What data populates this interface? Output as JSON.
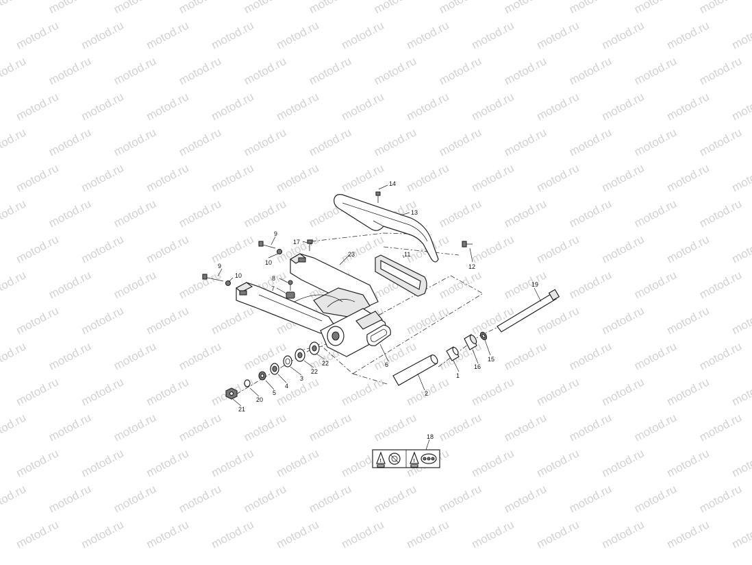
{
  "watermark": {
    "text": "motod.ru"
  },
  "callouts": [
    "1",
    "2",
    "3",
    "4",
    "5",
    "6",
    "7",
    "8",
    "9",
    "9",
    "10",
    "10",
    "11",
    "12",
    "13",
    "14",
    "15",
    "16",
    "17",
    "18",
    "19",
    "20",
    "21",
    "22",
    "22",
    "23"
  ],
  "warning_icons": [
    "warning-triangle-icon-1",
    "warning-triangle-icon-2"
  ]
}
